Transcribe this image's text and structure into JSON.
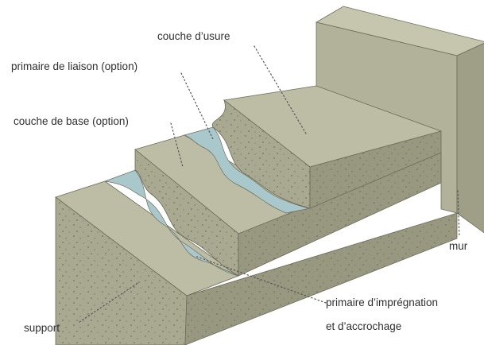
{
  "labels": {
    "couche_usure": "couche d’usure",
    "primaire_liaison": "primaire de liaison (option)",
    "couche_base": "couche de base (option)",
    "mur": "mur",
    "primaire_impregnation_1": "primaire d’imprégnation",
    "primaire_impregnation_2": "et d’accrochage",
    "support": "support"
  },
  "colors": {
    "concrete_top": "#bdbca5",
    "concrete_front": "#a9a891",
    "concrete_dark": "#98977f",
    "primer_blue": "#a9c8cc",
    "wall_front": "#b2b19a",
    "wall_side": "#9f9e86",
    "leader": "#555555"
  }
}
